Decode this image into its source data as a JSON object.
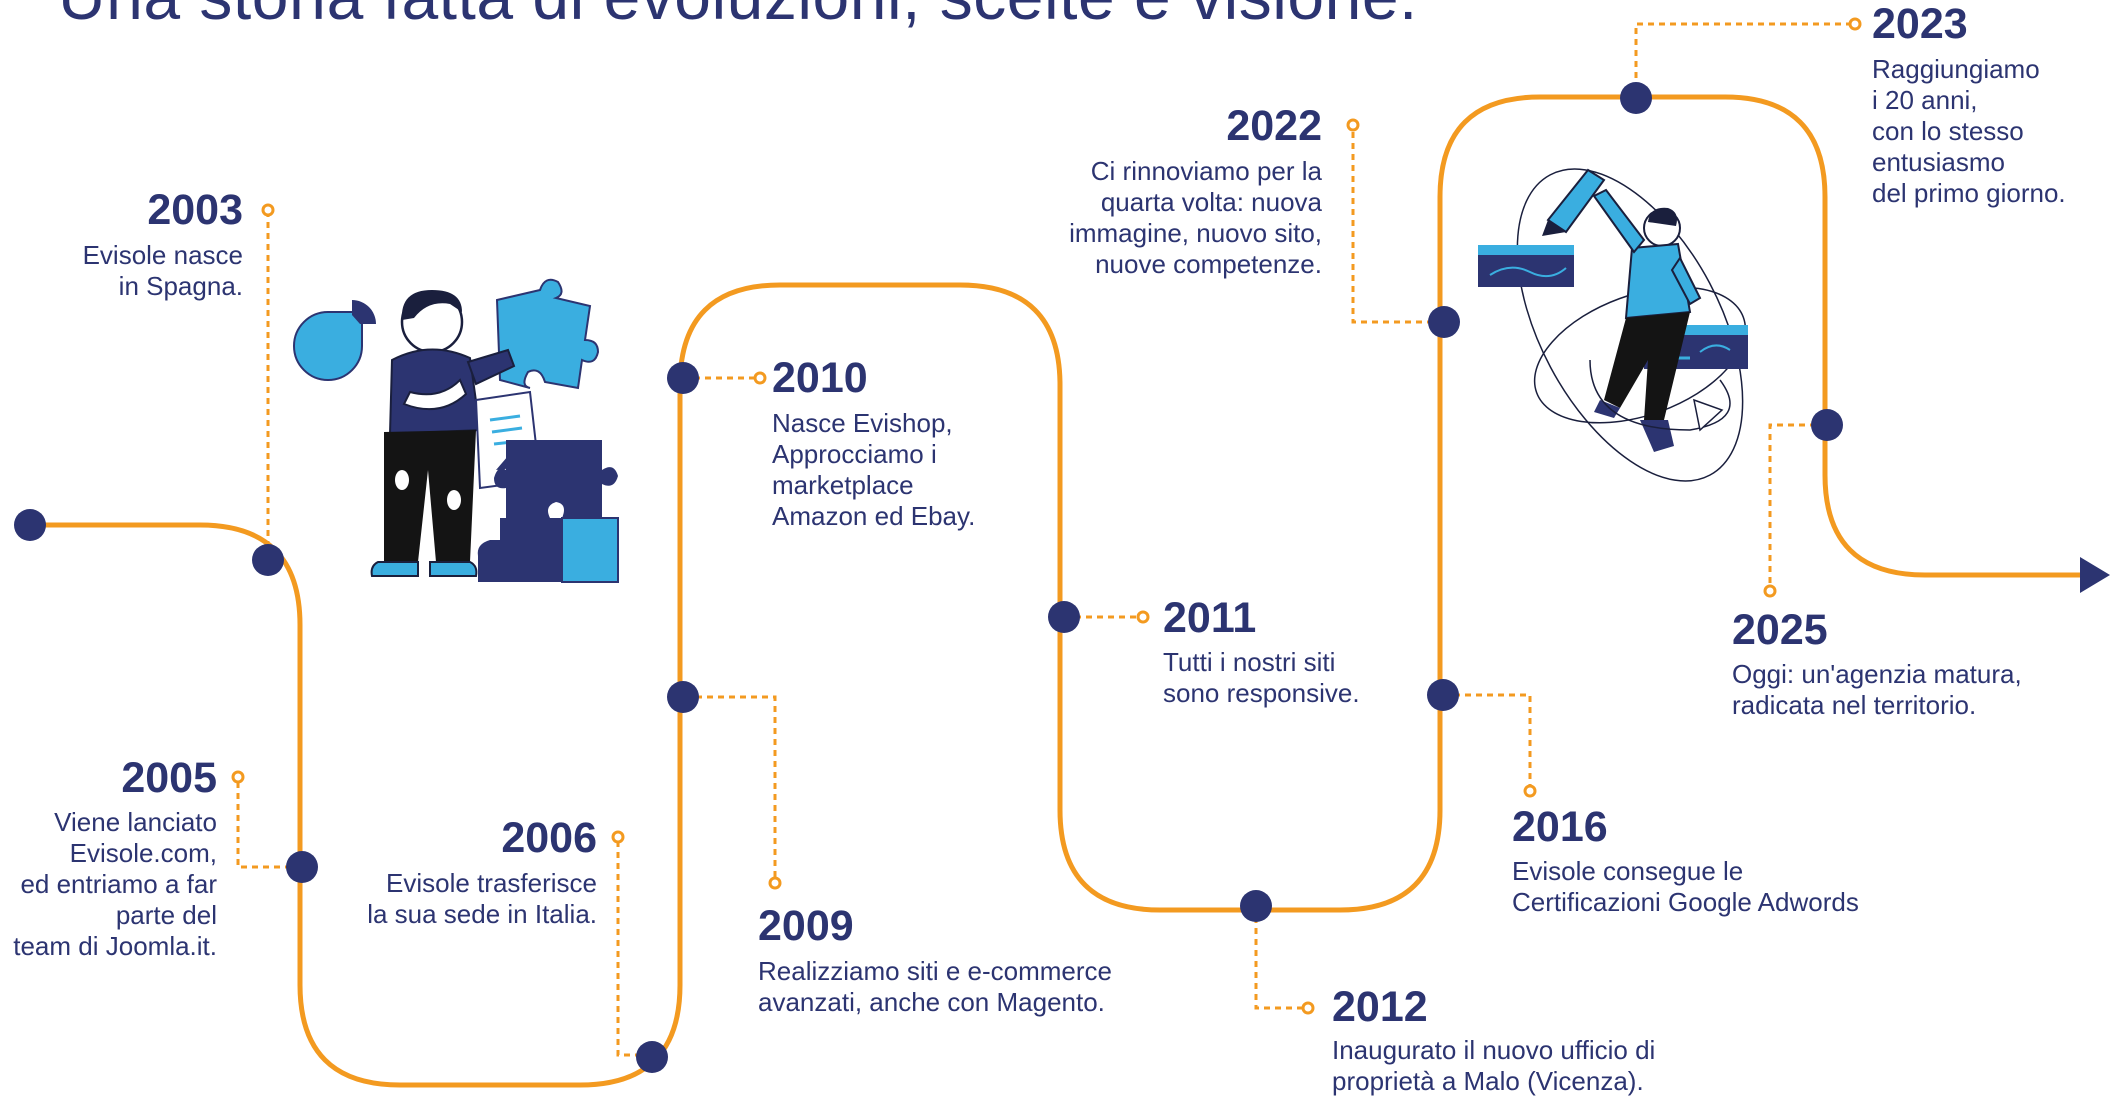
{
  "title": "Una storia fatta di evoluzioni, scelte e visione.",
  "colors": {
    "path": "#f39a20",
    "node": "#2c3471",
    "text": "#2c3471",
    "accent": "#3aaee0"
  },
  "illustrations": [
    "person-with-puzzle-illustration",
    "person-with-pencil-illustration"
  ],
  "milestones": [
    {
      "year": "2003",
      "text": "Evisole nasce\nin Spagna."
    },
    {
      "year": "2005",
      "text": "Viene lanciato\nEvisole.com,\ned entriamo a far\nparte del\nteam di Joomla.it."
    },
    {
      "year": "2006",
      "text": "Evisole trasferisce\nla sua sede in Italia."
    },
    {
      "year": "2009",
      "text": "Realizziamo siti e e-commerce\navanzati, anche con Magento."
    },
    {
      "year": "2010",
      "text": "Nasce Evishop,\nApprocciamo i\nmarketplace\nAmazon ed Ebay."
    },
    {
      "year": "2011",
      "text": "Tutti i nostri siti\nsono responsive."
    },
    {
      "year": "2012",
      "text": "Inaugurato il nuovo ufficio di\nproprietà a Malo (Vicenza)."
    },
    {
      "year": "2016",
      "text": "Evisole consegue le\nCertificazioni Google Adwords"
    },
    {
      "year": "2022",
      "text": "Ci rinnoviamo per la\nquarta volta: nuova\nimmagine, nuovo sito,\nnuove competenze."
    },
    {
      "year": "2023",
      "text": "Raggiungiamo\ni 20 anni,\ncon lo stesso\nentusiasmo\ndel primo giorno."
    },
    {
      "year": "2025",
      "text": "Oggi: un'agenzia matura,\nradicata nel territorio."
    }
  ]
}
